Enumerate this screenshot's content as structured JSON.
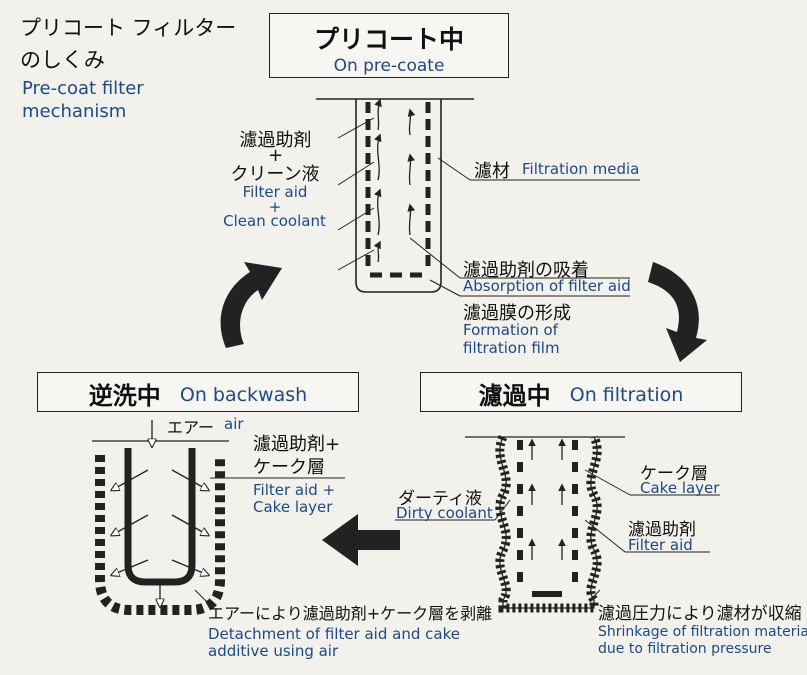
{
  "title": {
    "jp_line1": "プリコート フィルター",
    "jp_line2": "のしくみ",
    "en_line1": "Pre-coat filter",
    "en_line2": "mechanism"
  },
  "precoat": {
    "header_jp": "プリコート中",
    "header_en": "On pre-coate",
    "aid_jp1": "濾過助剤",
    "plus1": "+",
    "aid_jp2": "クリーン液",
    "aid_en1": "Filter aid",
    "plus2": "+",
    "aid_en2": "Clean coolant",
    "media_jp": "濾材",
    "media_en": "Filtration media",
    "absorb_jp": "濾過助剤の吸着",
    "absorb_en": "Absorption of filter aid",
    "film_jp": "濾過膜の形成",
    "film_en1": "Formation of",
    "film_en2": "filtration film"
  },
  "backwash": {
    "header_jp": "逆洗中",
    "header_en": "On backwash",
    "air_jp": "エアー",
    "air_en": "air",
    "cake_jp1": "濾過助剤+",
    "cake_jp2": "ケーク層",
    "cake_en1": "Filter aid +",
    "cake_en2": "Cake layer",
    "detach_jp": "エアーにより濾過助剤+ケーク層を剥離",
    "detach_en1": "Detachment of filter aid and cake",
    "detach_en2": "additive using air"
  },
  "filtration": {
    "header_jp": "濾過中",
    "header_en": "On filtration",
    "dirty_jp": "ダーティ液",
    "dirty_en": "Dirty coolant",
    "cake_jp": "ケーク層",
    "cake_en": "Cake layer",
    "aid_jp": "濾過助剤",
    "aid_en": "Filter aid",
    "shrink_jp": "濾過圧力により濾材が収縮",
    "shrink_en1": "Shrinkage of filtration material",
    "shrink_en2": "due to filtration pressure"
  },
  "colors": {
    "background": "#f2f1ec",
    "english_text": "#1a4a8c",
    "lines": "#222222"
  }
}
